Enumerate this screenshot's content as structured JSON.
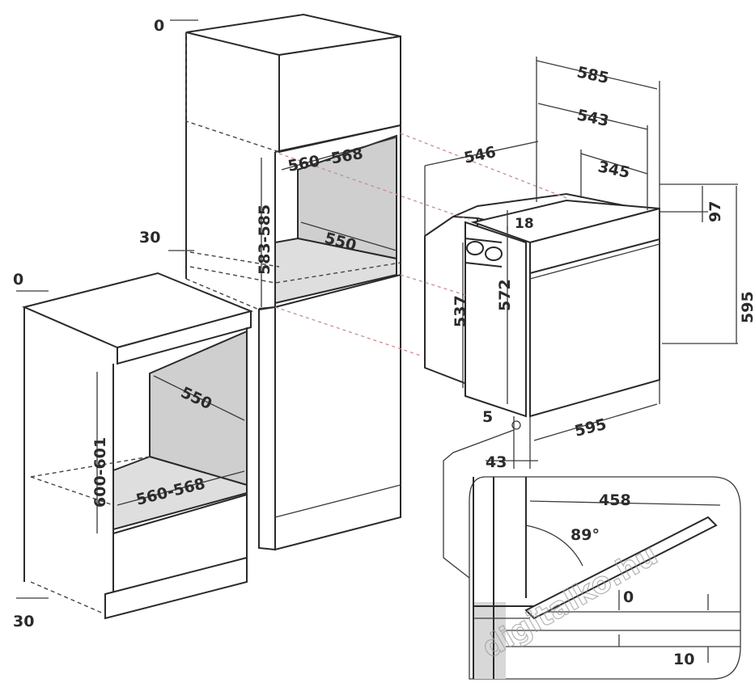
{
  "tall_unit": {
    "top_clearance": "0",
    "width_range": "560 -568",
    "height_range": "583-585",
    "depth": "550",
    "side_clearance": "30"
  },
  "base_unit": {
    "top_clearance": "0",
    "depth": "550",
    "height_range": "600-601",
    "width_range": "560-568",
    "bottom_clearance": "30"
  },
  "oven": {
    "total_depth": "585",
    "body_depth": "543",
    "side_depth": "546",
    "rear_depth": "345",
    "top_offset": "18",
    "panel_height": "97",
    "total_height": "595",
    "body_height": "537",
    "inner_height": "572",
    "width": "595",
    "bottom_offset": "5",
    "door_thickness": "43"
  },
  "detail": {
    "door_open_depth": "458",
    "angle": "89°",
    "gap_top": "0",
    "gap_bottom": "10"
  },
  "watermark": "digitalko.hu"
}
